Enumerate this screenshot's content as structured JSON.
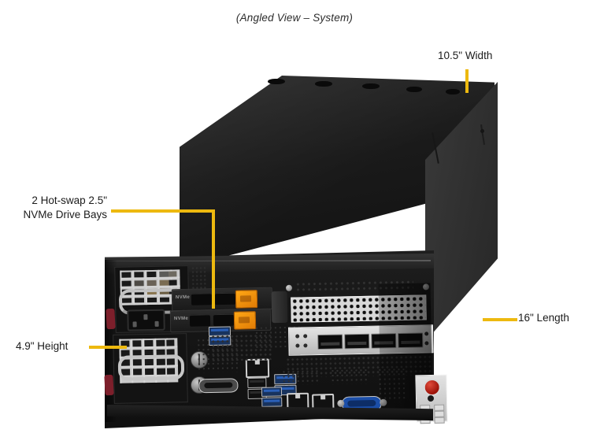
{
  "figure": {
    "caption": "(Angled View – System)",
    "accent_color": "#edb90f",
    "background_color": "#ffffff",
    "chassis_color": "#151515"
  },
  "callouts": {
    "width": {
      "label": "10.5\" Width",
      "leader": "vertical-down"
    },
    "nvme": {
      "label": "2 Hot-swap 2.5\"\nNVMe Drive Bays",
      "leader": "elbow-right-down"
    },
    "height": {
      "label": "4.9\" Height",
      "leader": "horizontal-right"
    },
    "length": {
      "label": "16\" Length",
      "leader": "horizontal-left"
    }
  },
  "components": {
    "power_supplies": [
      {
        "name": "psu-module-top",
        "label": "NVMe"
      },
      {
        "name": "psu-module-bottom",
        "label": ""
      }
    ],
    "drive_bays": [
      {
        "label": "NVMe"
      },
      {
        "label": "NVMe"
      }
    ],
    "io_ports": {
      "usb3_count": 6,
      "usb2_count": 2,
      "lan_count": 3,
      "vga_count": 1,
      "serial_count": 1,
      "sfp_count": 4
    },
    "control_panel": {
      "power_button": "power-button",
      "reset_button": "reset-button",
      "led_count": 6
    }
  }
}
